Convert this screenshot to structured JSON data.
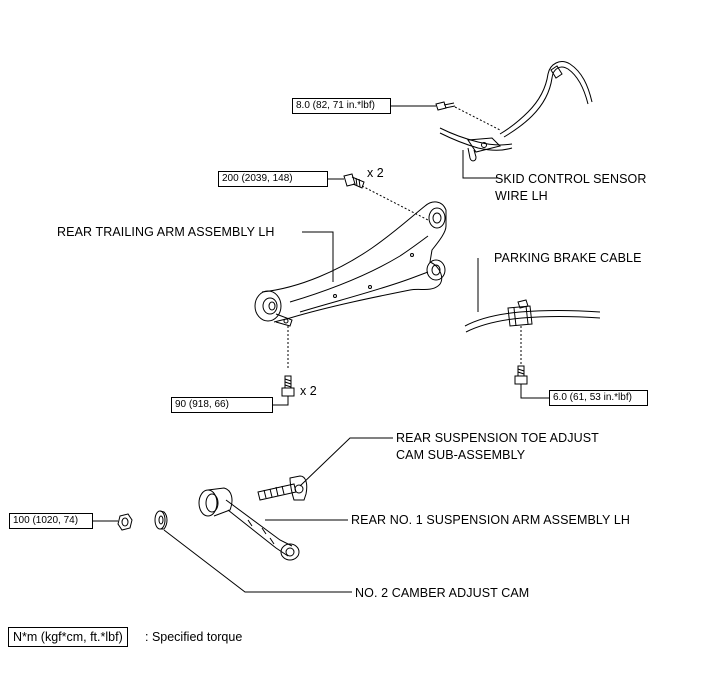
{
  "labels": {
    "skid_sensor_line1": "SKID CONTROL SENSOR",
    "skid_sensor_line2": "WIRE LH",
    "trailing_arm": "REAR TRAILING ARM ASSEMBLY LH",
    "parking_cable": "PARKING BRAKE CABLE",
    "toe_cam_line1": "REAR SUSPENSION TOE ADJUST",
    "toe_cam_line2": "CAM SUB-ASSEMBLY",
    "no1_arm": "REAR NO. 1 SUSPENSION ARM ASSEMBLY LH",
    "camber_cam": "NO. 2 CAMBER ADJUST CAM"
  },
  "torques": {
    "sensor_bolt": "8.0 (82, 71 in.*lbf)",
    "arm_upper_bolt": "200 (2039, 148)",
    "arm_lower_bolt": "90 (918, 66)",
    "cable_bolt": "6.0 (61, 53 in.*lbf)",
    "arm_nut": "100 (1020, 74)"
  },
  "quantities": {
    "upper_bolt_qty": "x 2",
    "lower_bolt_qty": "x 2"
  },
  "legend": {
    "unit_box": "N*m (kgf*cm, ft.*lbf)",
    "description": ": Specified torque"
  }
}
